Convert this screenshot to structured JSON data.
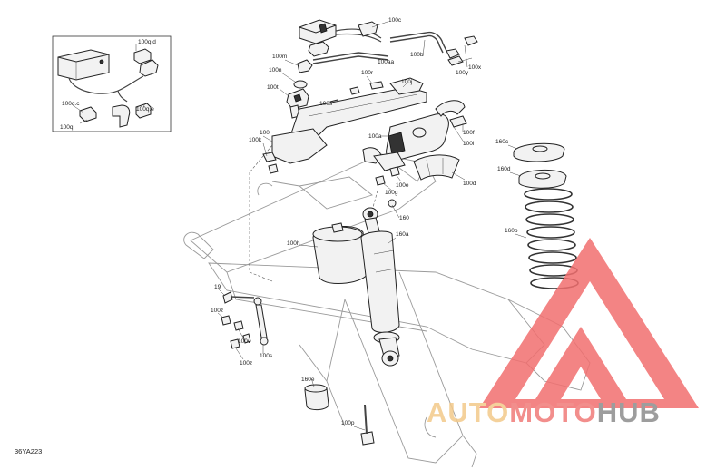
{
  "diagram": {
    "figure_code": "36YA223",
    "labels": {
      "inset_100qd": "100q.d",
      "inset_100qc": "100q.c",
      "inset_100qe": "100q.e",
      "inset_100q": "100q",
      "p100c": "100c",
      "p100b": "100b",
      "p100x": "100x",
      "p100y": "100y",
      "p100aa": "100aa",
      "p100m": "100m",
      "p100n": "100n",
      "p100r": "100r",
      "p100t": "100t",
      "p100j": "100j",
      "p100s_top": "100s",
      "p100i": "100i",
      "p100k": "100k",
      "p100a": "100a",
      "p100f": "100f",
      "p100l": "100l",
      "p100e": "100e",
      "p100d": "100d",
      "p100g": "100g",
      "p160": "160",
      "p100h": "100h",
      "p160a": "160a",
      "p160b": "160b",
      "p160c": "160c",
      "p160d": "160d",
      "p19": "19",
      "p100z_top": "100z",
      "p100v": "100v",
      "p100z_bot": "100z",
      "p100s_bot": "100s",
      "p160e": "160e",
      "p100p": "100p"
    }
  },
  "watermark": {
    "part1": "AUTO",
    "part2": "MOTO",
    "part3": "HUB",
    "colors": {
      "auto": "#f3c98a",
      "moto": "#f07b78",
      "hub": "#8c8c8c",
      "triangle": "#f26f6f"
    }
  }
}
